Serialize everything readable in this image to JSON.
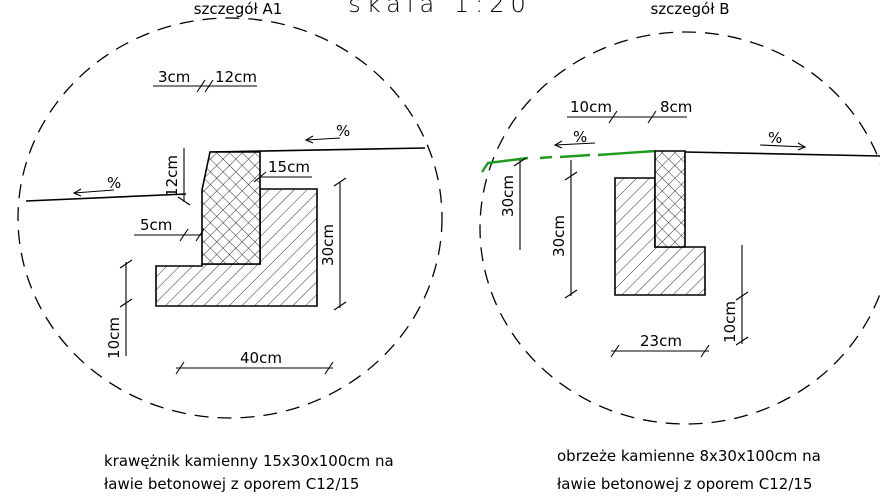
{
  "title": "skala 1:20",
  "detail_a": {
    "title": "szczegół A1",
    "dims": {
      "d3cm": "3cm",
      "d12cm_top": "12cm",
      "d12cm_side": "12cm",
      "d15cm": "15cm",
      "d5cm": "5cm",
      "d30cm": "30cm",
      "d10cm": "10cm",
      "d40cm": "40cm"
    },
    "slope_left": "%",
    "slope_right": "%",
    "caption_line1": "krawężnik kamienny 15x30x100cm na",
    "caption_line2": "ławie betonowej z oporem C12/15"
  },
  "detail_b": {
    "title": "szczegół B",
    "dims": {
      "d10cm": "10cm",
      "d8cm": "8cm",
      "d30cm_left": "30cm",
      "d30cm_inner": "30cm",
      "d23cm": "23cm",
      "d10cm_side": "10cm"
    },
    "slope_left": "%",
    "slope_right": "%",
    "caption_line1": "obrzeże kamienne 8x30x100cm na",
    "caption_line2": "ławie betonowej z oporem C12/15"
  },
  "colors": {
    "line": "#000000",
    "soil_line_b": "#1f9a1f"
  }
}
